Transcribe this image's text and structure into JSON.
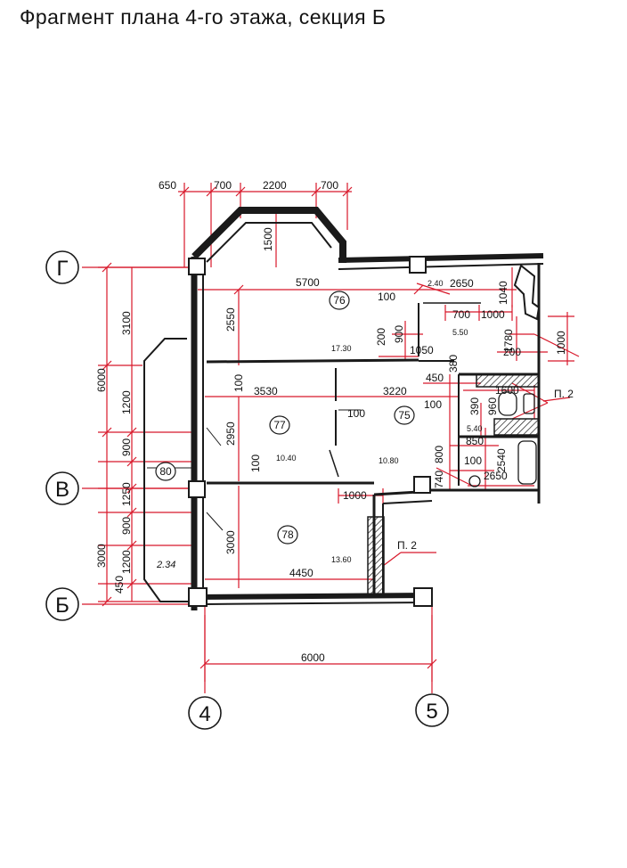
{
  "title": "Фрагмент плана 4-го этажа, секция Б",
  "axes": {
    "g": "Г",
    "v": "В",
    "b": "Б",
    "n4": "4",
    "n5": "5"
  },
  "rooms": {
    "r75": "75",
    "r76": "76",
    "r77": "77",
    "r78": "78",
    "r80": "80"
  },
  "areas": {
    "a76": "17.30",
    "a77": "10.40",
    "a75": "10.80",
    "a78": "13.60",
    "a_small1": "5.50",
    "a_small2": "5.40",
    "a80": "2.34"
  },
  "notes": {
    "p2a": "П. 2",
    "p2b": "П. 2"
  },
  "dims": {
    "d650": "650",
    "d700a": "700",
    "d2200": "2200",
    "d700b": "700",
    "d1500": "1500",
    "d5700": "5700",
    "d100a": "100",
    "d240": "2.40",
    "d2650a": "2650",
    "d1040": "1040",
    "d700c": "700",
    "d1000a": "1000",
    "d2550": "2550",
    "d200a": "200",
    "d900a": "900",
    "d1050": "1050",
    "d1780": "1780",
    "d200b": "200",
    "d1000b": "1000",
    "d380": "380",
    "d450": "450",
    "d3530": "3530",
    "d3220": "3220",
    "d100b": "100",
    "d1600": "1600",
    "d390": "390",
    "d960": "960",
    "d100c": "100",
    "d2950": "2950",
    "d100d": "100",
    "d850": "850",
    "d740": "740",
    "d800": "800",
    "d100e": "100",
    "d2540": "2540",
    "d2650b": "2650",
    "d100f": "100",
    "d1000c": "1000",
    "d3000a": "3000",
    "d4450": "4450",
    "d6000b": "6000",
    "d3100": "3100",
    "d6000a": "6000",
    "d1200a": "1200",
    "d900b": "900",
    "d1250": "1250",
    "d3000b": "3000",
    "d900c": "900",
    "d1200b": "1200",
    "d450b": "450"
  },
  "colors": {
    "wall": "#1a1a1a",
    "dimension": "#d8182a",
    "text": "#111111"
  }
}
